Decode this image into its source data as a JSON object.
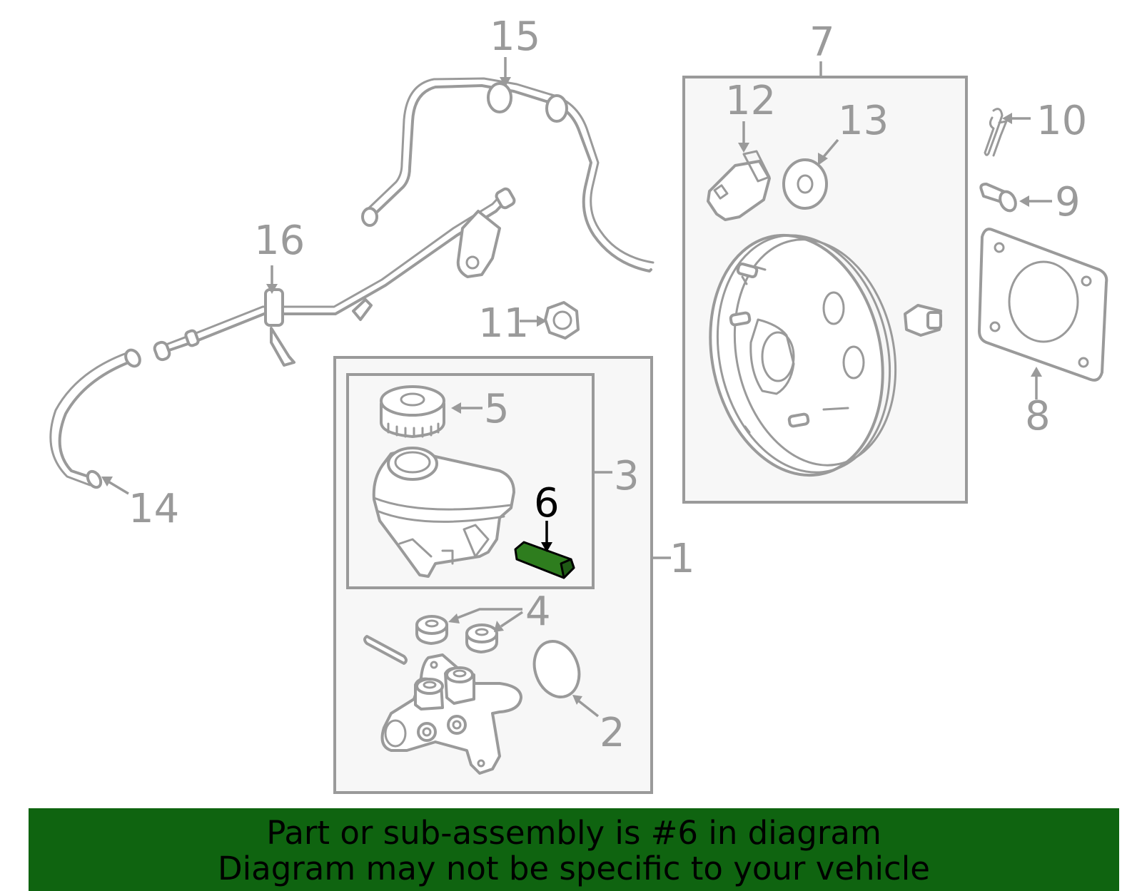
{
  "callouts": {
    "c1": "1",
    "c2": "2",
    "c3": "3",
    "c4": "4",
    "c5": "5",
    "c6": "6",
    "c7": "7",
    "c8": "8",
    "c9": "9",
    "c10": "10",
    "c11": "11",
    "c12": "12",
    "c13": "13",
    "c14": "14",
    "c15": "15",
    "c16": "16"
  },
  "highlighted_part": "6",
  "colors": {
    "highlight": "#2e7d1e",
    "banner_background": "#0f6410",
    "line_art": "#9a9a9a"
  },
  "banner": {
    "line1": "Part or sub-assembly is #6 in diagram",
    "line2": "Diagram may not be specific to your vehicle"
  }
}
